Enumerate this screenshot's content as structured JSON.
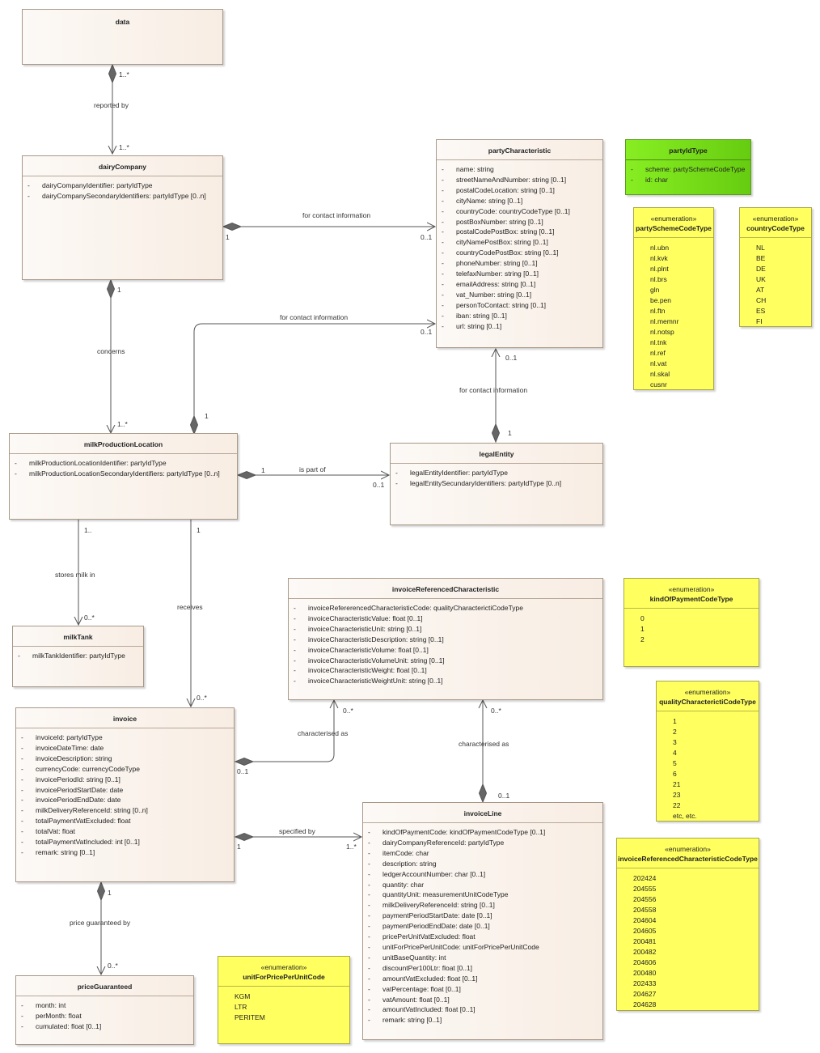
{
  "classes": {
    "data": {
      "name": "data"
    },
    "dairyCompany": {
      "name": "dairyCompany",
      "attrs": [
        "dairyCompanyIdentifier: partyIdType",
        "dairyCompanySecondaryIdentifiers: partyIdType [0..n]"
      ]
    },
    "partyCharacteristic": {
      "name": "partyCharacteristic",
      "attrs": [
        "name: string",
        "streetNameAndNumber: string [0..1]",
        "postalCodeLocation: string [0..1]",
        "cityName: string [0..1]",
        "countryCode: countryCodeType [0..1]",
        "postBoxNumber: string [0..1]",
        "postalCodePostBox: string [0..1]",
        "cityNamePostBox: string [0..1]",
        "countryCodePostBox: string [0..1]",
        "phoneNumber: string [0..1]",
        "telefaxNumber: string [0..1]",
        "emailAddress: string [0..1]",
        "vat_Number: string [0..1]",
        "personToContact: string [0..1]",
        "iban: string [0..1]",
        "url: string [0..1]"
      ]
    },
    "partyIdType": {
      "name": "partyIdType",
      "attrs": [
        "scheme: partySchemeCodeType",
        "id: char"
      ]
    },
    "partySchemeCodeType": {
      "stereotype": "«enumeration»",
      "name": "partySchemeCodeType",
      "literals": [
        "nl.ubn",
        "nl.kvk",
        "nl.plnt",
        "nl.brs",
        "gln",
        "be.pen",
        "nl.ftn",
        "nl.memnr",
        "nl.notsp",
        "nl.tnk",
        "nl.ref",
        "nl.vat",
        "nl.skal",
        "cusnr"
      ]
    },
    "countryCodeType": {
      "stereotype": "«enumeration»",
      "name": "countryCodeType",
      "literals": [
        "NL",
        "BE",
        "DE",
        "UK",
        "AT",
        "CH",
        "ES",
        "FI"
      ]
    },
    "milkProductionLocation": {
      "name": "milkProductionLocation",
      "attrs": [
        "milkProductionLocationIdentifier: partyIdType",
        "milkProductionLocationSecondaryIdentifiers: partyIdType [0..n]"
      ]
    },
    "legalEntity": {
      "name": "legalEntity",
      "attrs": [
        "legalEntityIdentifier: partyIdType",
        "legalEntitySecundaryIdentifiers: partyIdType [0..n]"
      ]
    },
    "milkTank": {
      "name": "milkTank",
      "attrs": [
        "milkTankIdentifier: partyIdType"
      ]
    },
    "invoiceReferencedCharacteristic": {
      "name": "invoiceReferencedCharacteristic",
      "attrs": [
        "invoiceRefererencedCharacteristicCode: qualityCharacterictiCodeType",
        "invoiceCharacteristicValue: float [0..1]",
        "invoiceCharacteristicUnit: string [0..1]",
        "invoiceCharacteristicDescription: string [0..1]",
        "invoiceCharacteristicVolume: float [0..1]",
        "invoiceCharacteristicVolumeUnit: string [0..1]",
        "invoiceCharacteristicWeight: float [0..1]",
        "invoiceCharacteristicWeightUnit: string [0..1]"
      ]
    },
    "kindOfPaymentCodeType": {
      "stereotype": "«enumeration»",
      "name": "kindOfPaymentCodeType",
      "literals": [
        "0",
        "1",
        "2"
      ]
    },
    "qualityCharacterictiCodeType": {
      "stereotype": "«enumeration»",
      "name": "qualityCharacterictiCodeType",
      "literals": [
        "1",
        "2",
        "3",
        "4",
        "5",
        "6",
        "21",
        "23",
        "22",
        "etc, etc."
      ]
    },
    "invoice": {
      "name": "invoice",
      "attrs": [
        "invoiceId: partyIdType",
        "invoiceDateTime: date",
        "invoiceDescription: string",
        "currencyCode: currencyCodeType",
        "invoicePeriodId: string [0..1]",
        "invoicePeriodStartDate: date",
        "invoicePeriodEndDate: date",
        "milkDeliveryReferenceId: string [0..n]",
        "totalPaymentVatExcluded: float",
        "totalVat: float",
        "totalPaymentVatIncluded: int [0..1]",
        "remark: string [0..1]"
      ]
    },
    "invoiceLine": {
      "name": "invoiceLine",
      "attrs": [
        "kindOfPaymentCode: kindOfPaymentCodeType [0..1]",
        "dairyCompanyReferenceId: partyIdType",
        "itemCode: char",
        "description: string",
        "ledgerAccountNumber: char [0..1]",
        "quantity: char",
        "quantityUnit: measurementUnitCodeType",
        "milkDeliveryReferenceId: string [0..1]",
        "paymentPeriodStartDate: date [0..1]",
        "paymentPeriodEndDate: date [0..1]",
        "pricePerUnitVatExcluded: float",
        "unitForPricePerUnitCode: unitForPricePerUnitCode",
        "unitBaseQuantity: int",
        "discountPer100Ltr: float [0..1]",
        "amountVatExcluded: float [0..1]",
        "vatPercentage: float [0..1]",
        "vatAmount: float [0..1]",
        "amountVatIncluded: float [0..1]",
        "remark: string [0..1]"
      ]
    },
    "invoiceReferencedCharacteristicCodeType": {
      "stereotype": "«enumeration»",
      "name": "invoiceReferencedCharacteristicCodeType",
      "literals": [
        "202424",
        "204555",
        "204556",
        "204558",
        "204604",
        "204605",
        "200481",
        "200482",
        "204606",
        "200480",
        "202433",
        "204627",
        "204628"
      ]
    },
    "priceGuaranteed": {
      "name": "priceGuaranteed",
      "attrs": [
        "month: int",
        "perMonth: float",
        "cumulated: float [0..1]"
      ]
    },
    "unitForPricePerUnitCode": {
      "stereotype": "«enumeration»",
      "name": "unitForPricePerUnitCode",
      "literals": [
        "KGM",
        "LTR",
        "PERITEM"
      ]
    }
  },
  "associations": [
    {
      "name": "reported by",
      "mult_source": "1..*",
      "mult_target": "1..*"
    },
    {
      "name": "for contact information",
      "mult_source": "1",
      "mult_target": "0..1"
    },
    {
      "name": "for contact information",
      "mult_source": "1",
      "mult_target": "0..1"
    },
    {
      "name": "concerns",
      "mult_source": "1",
      "mult_target": "1..*"
    },
    {
      "name": "for contact information",
      "mult_source": "1",
      "mult_target": "0..1"
    },
    {
      "name": "is part of",
      "mult_source": "1",
      "mult_target": "0..1"
    },
    {
      "name": "stores milk in",
      "mult_source": "1..",
      "mult_target": "0..*"
    },
    {
      "name": "receives",
      "mult_source": "1",
      "mult_target": "0..*"
    },
    {
      "name": "characterised as",
      "mult_source": "0..1",
      "mult_target": "0..*"
    },
    {
      "name": "characterised as",
      "mult_source": "0..1",
      "mult_target": "0..*"
    },
    {
      "name": "specified by",
      "mult_source": "1",
      "mult_target": "1..*"
    },
    {
      "name": "price guaranteed by",
      "mult_source": "1",
      "mult_target": "0..*"
    }
  ],
  "colors": {
    "class_fill_left": "#fcf9f6",
    "class_fill_right": "#f8ede3",
    "class_border": "#a89888",
    "enumeration_fill": "#ffff60",
    "datatype_fill": "#77dd18",
    "line": "#555555"
  }
}
